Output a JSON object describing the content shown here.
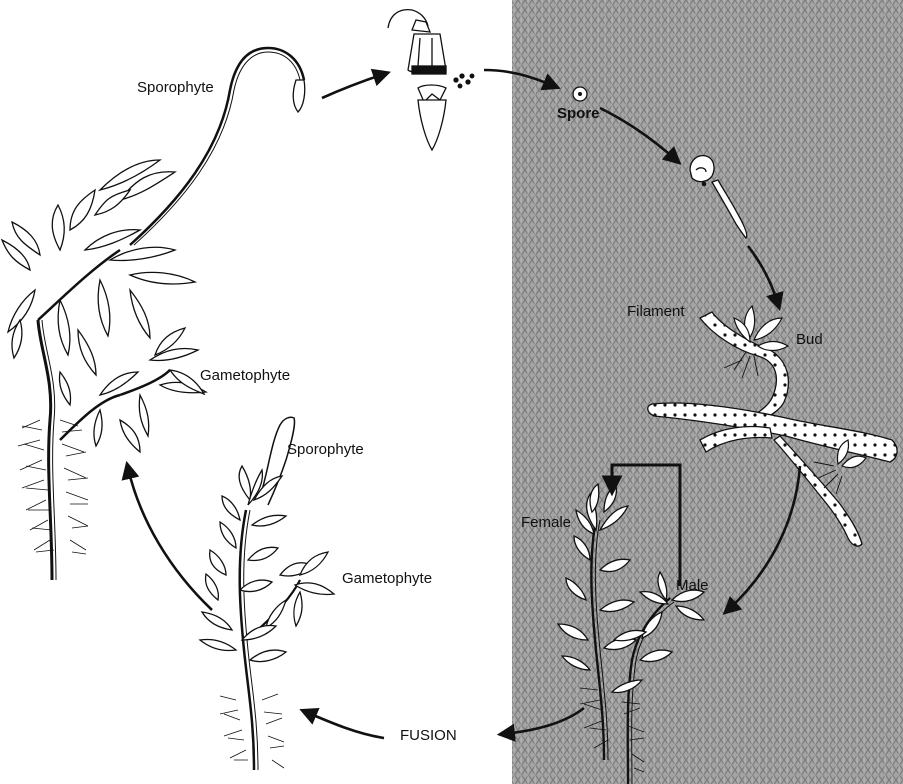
{
  "labels": {
    "sporophyte_top": "Sporophyte",
    "spore": "Spore",
    "filament": "Filament",
    "bud": "Bud",
    "gametophyte_left": "Gametophyte",
    "sporophyte_middle": "Sporophyte",
    "gametophyte_middle": "Gametophyte",
    "female": "Female",
    "male": "Male",
    "fusion": "FUSION"
  },
  "colors": {
    "shaded_background": "#9a9a9a",
    "ink": "#111111",
    "paper": "#ffffff"
  },
  "icons": {
    "capsule": "capsule-icon",
    "spore_dot": "spore-icon"
  }
}
